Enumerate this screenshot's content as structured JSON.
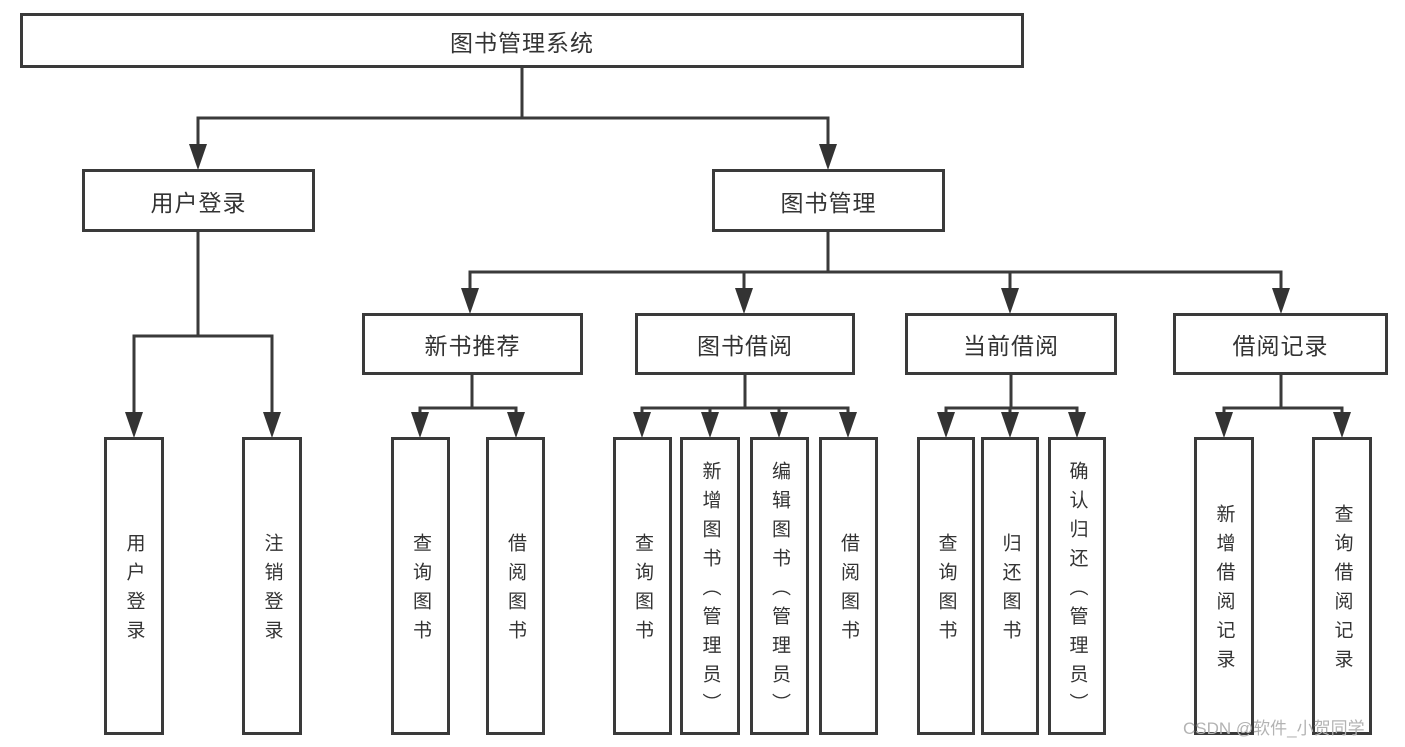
{
  "tree": {
    "root": {
      "label": "图书管理系统",
      "children": [
        {
          "label": "用户登录",
          "children": [
            {
              "label": "用户登录"
            },
            {
              "label": "注销登录"
            }
          ]
        },
        {
          "label": "图书管理",
          "children": [
            {
              "label": "新书推荐",
              "children": [
                {
                  "label": "查询图书"
                },
                {
                  "label": "借阅图书"
                }
              ]
            },
            {
              "label": "图书借阅",
              "children": [
                {
                  "label": "查询图书"
                },
                {
                  "label": "新增图书（管理员）"
                },
                {
                  "label": "编辑图书（管理员）"
                },
                {
                  "label": "借阅图书"
                }
              ]
            },
            {
              "label": "当前借阅",
              "children": [
                {
                  "label": "查询图书"
                },
                {
                  "label": "归还图书"
                },
                {
                  "label": "确认归还（管理员）"
                }
              ]
            },
            {
              "label": "借阅记录",
              "children": [
                {
                  "label": "新增借阅记录"
                },
                {
                  "label": "查询借阅记录"
                }
              ]
            }
          ]
        }
      ]
    }
  },
  "watermark": {
    "text": "CSDN @软件_小贺同学"
  },
  "colors": {
    "line": "#3a3a3a",
    "box_border": "#3a3a3a",
    "text": "#333333",
    "watermark": "#b3b3b3",
    "background": "#ffffff"
  }
}
